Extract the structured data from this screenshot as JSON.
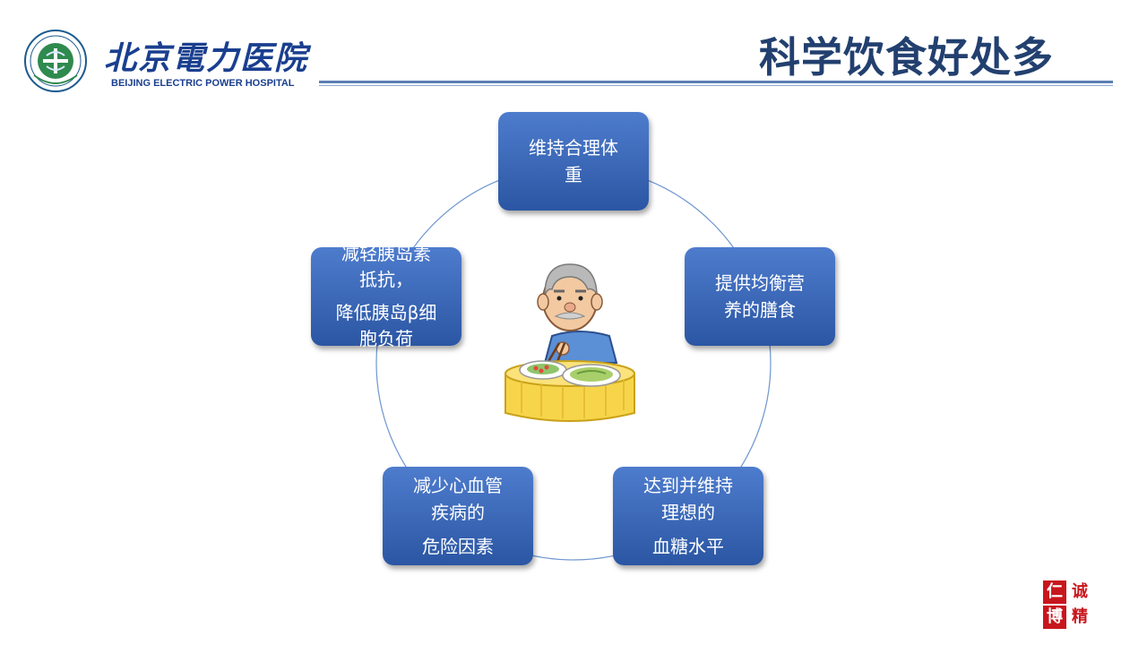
{
  "header": {
    "logo_cn": "北京電力医院",
    "logo_en": "BEIJING ELECTRIC POWER HOSPITAL",
    "title": "科学饮食好处多"
  },
  "cycle": {
    "nodes": [
      {
        "lines": [
          "维持合理体",
          "重"
        ]
      },
      {
        "lines": [
          "提供均衡营",
          "养的膳食"
        ]
      },
      {
        "lines": [
          "达到并维持",
          "理想的"
        ],
        "extra": "血糖水平"
      },
      {
        "lines": [
          "减少心血管",
          "疾病的"
        ],
        "extra": "危险因素"
      },
      {
        "lines": [
          "减轻胰岛素",
          "抵抗，"
        ],
        "extra": "降低胰岛β细",
        "extra2": "胞负荷"
      }
    ]
  },
  "illustration": {
    "icon": "elderly-man-eating-icon"
  },
  "seal": {
    "chars": [
      "诚",
      "仁",
      "精",
      "博"
    ],
    "color": "#c8161d"
  },
  "colors": {
    "node": "#3a66b8",
    "title": "#22406f",
    "ring": "#6f96cf"
  }
}
